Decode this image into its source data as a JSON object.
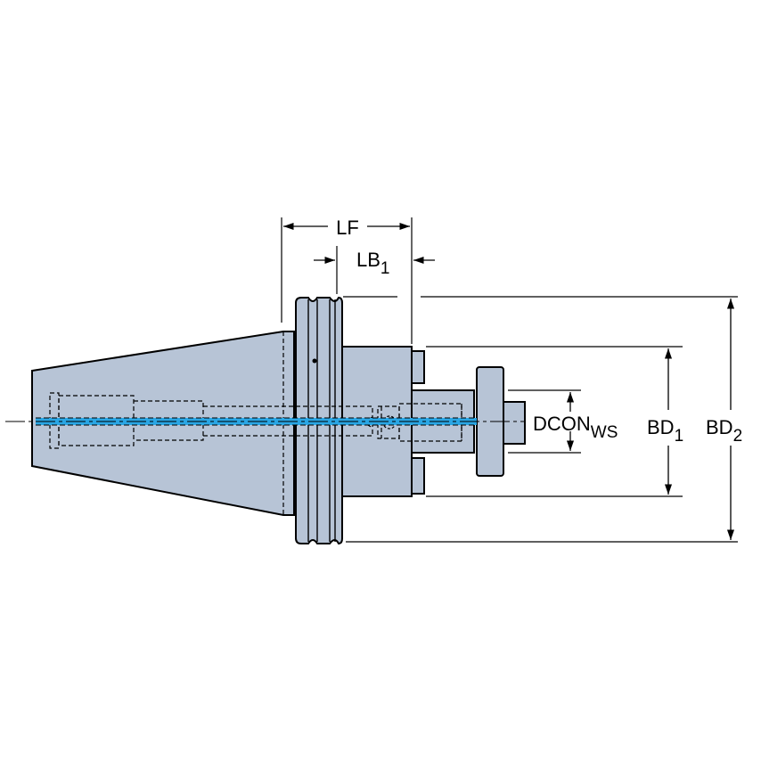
{
  "colors": {
    "body_fill": "#b7c4d6",
    "outline": "#000000",
    "coolant": "#2aa6e4",
    "background": "#ffffff"
  },
  "dimensions": {
    "lf": {
      "label": "LF"
    },
    "lb1": {
      "label": "LB",
      "sub": "1"
    },
    "dcon": {
      "label": "DCON",
      "sub": "WS"
    },
    "bd1": {
      "label": "BD",
      "sub": "1"
    },
    "bd2": {
      "label": "BD",
      "sub": "2"
    }
  }
}
